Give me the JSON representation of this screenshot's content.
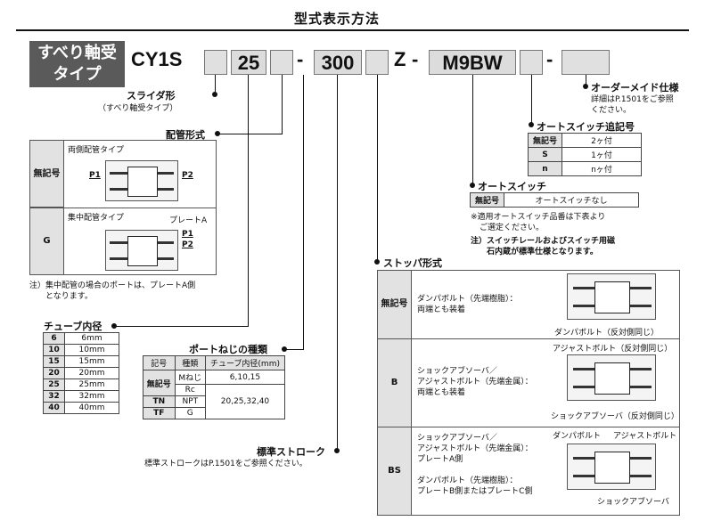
{
  "title": "型式表示方法",
  "tag": {
    "line1": "すべり軸受",
    "line2": "タイプ"
  },
  "model": {
    "prefix": "CY1S",
    "bore": "25",
    "dash1": "-",
    "stroke": "300",
    "z": "Z",
    "dash2": "-",
    "switch": "M9BW",
    "dash3": "-"
  },
  "order_made": {
    "label": "オーダーメイド仕様",
    "note1": "詳細はP.1501をご参照",
    "note2": "ください。"
  },
  "switch_qty": {
    "label": "オートスイッチ追記号",
    "rows": [
      [
        "無記号",
        "2ヶ付"
      ],
      [
        "S",
        "1ヶ付"
      ],
      [
        "n",
        "nヶ付"
      ]
    ]
  },
  "auto_switch": {
    "label": "オートスイッチ",
    "row": [
      "無記号",
      "オートスイッチなし"
    ],
    "note1": "※適用オートスイッチ品番は下表より",
    "note2": "ご選定ください。",
    "note3": "注）スイッチレールおよびスイッチ用磁",
    "note4": "石内蔵が標準仕様となります。"
  },
  "slider": {
    "label": "スライダ形",
    "sub": "（すべり軸受タイプ）"
  },
  "piping": {
    "label": "配管形式",
    "row1": {
      "code": "無記号",
      "type": "両側配管タイプ",
      "p1": "P1",
      "p2": "P2"
    },
    "row2": {
      "code": "G",
      "type": "集中配管タイプ",
      "plate": "プレートA",
      "p1": "P1",
      "p2": "P2"
    },
    "note1": "注）集中配管の場合のポートは、プレートA側",
    "note2": "となります。"
  },
  "tube": {
    "label": "チューブ内径",
    "rows": [
      [
        "6",
        "6mm"
      ],
      [
        "10",
        "10mm"
      ],
      [
        "15",
        "15mm"
      ],
      [
        "20",
        "20mm"
      ],
      [
        "25",
        "25mm"
      ],
      [
        "32",
        "32mm"
      ],
      [
        "40",
        "40mm"
      ]
    ]
  },
  "port": {
    "label": "ポートねじの種類",
    "headers": [
      "記号",
      "種類",
      "チューブ内径(mm)"
    ],
    "rows": [
      [
        "無記号",
        "Mねじ",
        "6,10,15"
      ],
      [
        "",
        "Rc",
        ""
      ],
      [
        "TN",
        "NPT",
        "20,25,32,40"
      ],
      [
        "TF",
        "G",
        ""
      ]
    ]
  },
  "stroke": {
    "label": "標準ストローク",
    "note": "標準ストロークはP.1501をご参照ください。"
  },
  "stopper": {
    "label": "ストッパ形式",
    "rows": [
      {
        "code": "無記号",
        "desc1": "ダンパボルト（先端樹脂）：",
        "desc2": "両端とも装着",
        "desc3": "",
        "desc4": "",
        "desc5": "",
        "cap1": "ダンパボルト（反対側同じ）",
        "cap2": "",
        "cap3": ""
      },
      {
        "code": "B",
        "desc1": "ショックアブソーバ／",
        "desc2": "アジャストボルト（先端金属）：",
        "desc3": "両端とも装着",
        "desc4": "",
        "desc5": "",
        "cap1": "アジャストボルト（反対側同じ）",
        "cap2": "ショックアブソーバ（反対側同じ）",
        "cap3": ""
      },
      {
        "code": "BS",
        "desc1": "ショックアブソーバ／",
        "desc2": "アジャストボルト（先端金属）：",
        "desc3": "プレートA側",
        "desc4": "ダンパボルト（先端樹脂）：",
        "desc5": "プレートB側またはプレートC側",
        "cap1": "ダンパボルト",
        "cap2": "アジャストボルト",
        "cap3": "ショックアブソーバ"
      }
    ]
  }
}
